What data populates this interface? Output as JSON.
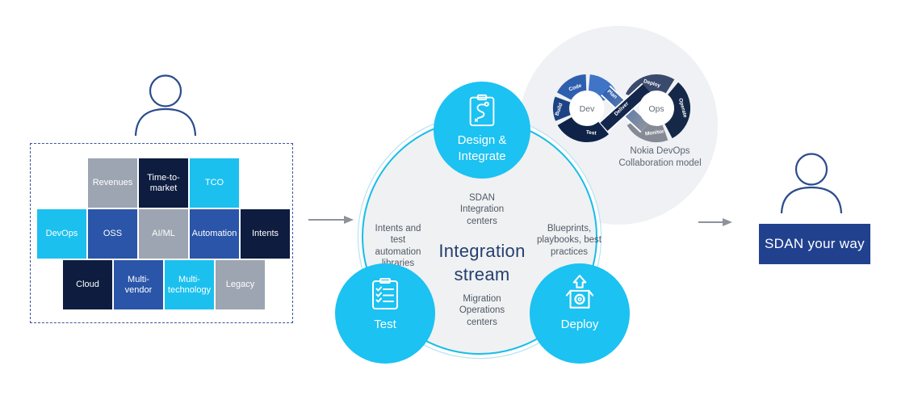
{
  "colors": {
    "cyan_node": "#1bc2f2",
    "tile_cyan": "#1bc0ef",
    "tile_blue": "#2a55a8",
    "tile_gray": "#9ca5b1",
    "tile_navy": "#0d1c3f",
    "ring_cyan": "#17bde8",
    "circle_fill": "#f0f1f2",
    "outcome_blue": "#21418f",
    "arrow_gray": "#8d939a",
    "person_blue": "#2b4c8c"
  },
  "left_board": {
    "tiles": [
      {
        "label": "Revenues",
        "color": "#9ca5b1"
      },
      {
        "label": "Time-to-market",
        "color": "#0d1c3f"
      },
      {
        "label": "TCO",
        "color": "#1bc0ef"
      },
      {
        "label": "DevOps",
        "color": "#1bc0ef"
      },
      {
        "label": "OSS",
        "color": "#2a55a8"
      },
      {
        "label": "AI/ML",
        "color": "#9ca5b1"
      },
      {
        "label": "Automation",
        "color": "#2a55a8"
      },
      {
        "label": "Intents",
        "color": "#0d1c3f"
      },
      {
        "label": "Cloud",
        "color": "#0d1c3f"
      },
      {
        "label": "Multi-vendor",
        "color": "#2a55a8"
      },
      {
        "label": "Multi-technology",
        "color": "#1bc0ef"
      },
      {
        "label": "Legacy",
        "color": "#9ca5b1"
      }
    ]
  },
  "integration_stream": {
    "title": "Integration\nstream",
    "labels": {
      "top": "SDAN\nIntegration\ncenters",
      "left": "Intents and\ntest\nautomation\nlibraries",
      "right": "Blueprints,\nplaybooks, best\npractices",
      "bottom": "Migration\nOperations\ncenters"
    },
    "nodes": {
      "design": "Design &\nIntegrate",
      "test": "Test",
      "deploy": "Deploy"
    }
  },
  "devops_model": {
    "caption": "Nokia DevOps\nCollaboration model",
    "dev": "Dev",
    "ops": "Ops",
    "segments": {
      "code": "Code",
      "plan": "Plan",
      "build": "Build",
      "test": "Test",
      "deliver": "Deliver",
      "deploy": "Deploy",
      "operate": "Operate",
      "monitor": "Monitor"
    }
  },
  "outcome": {
    "label": "SDAN your way"
  }
}
